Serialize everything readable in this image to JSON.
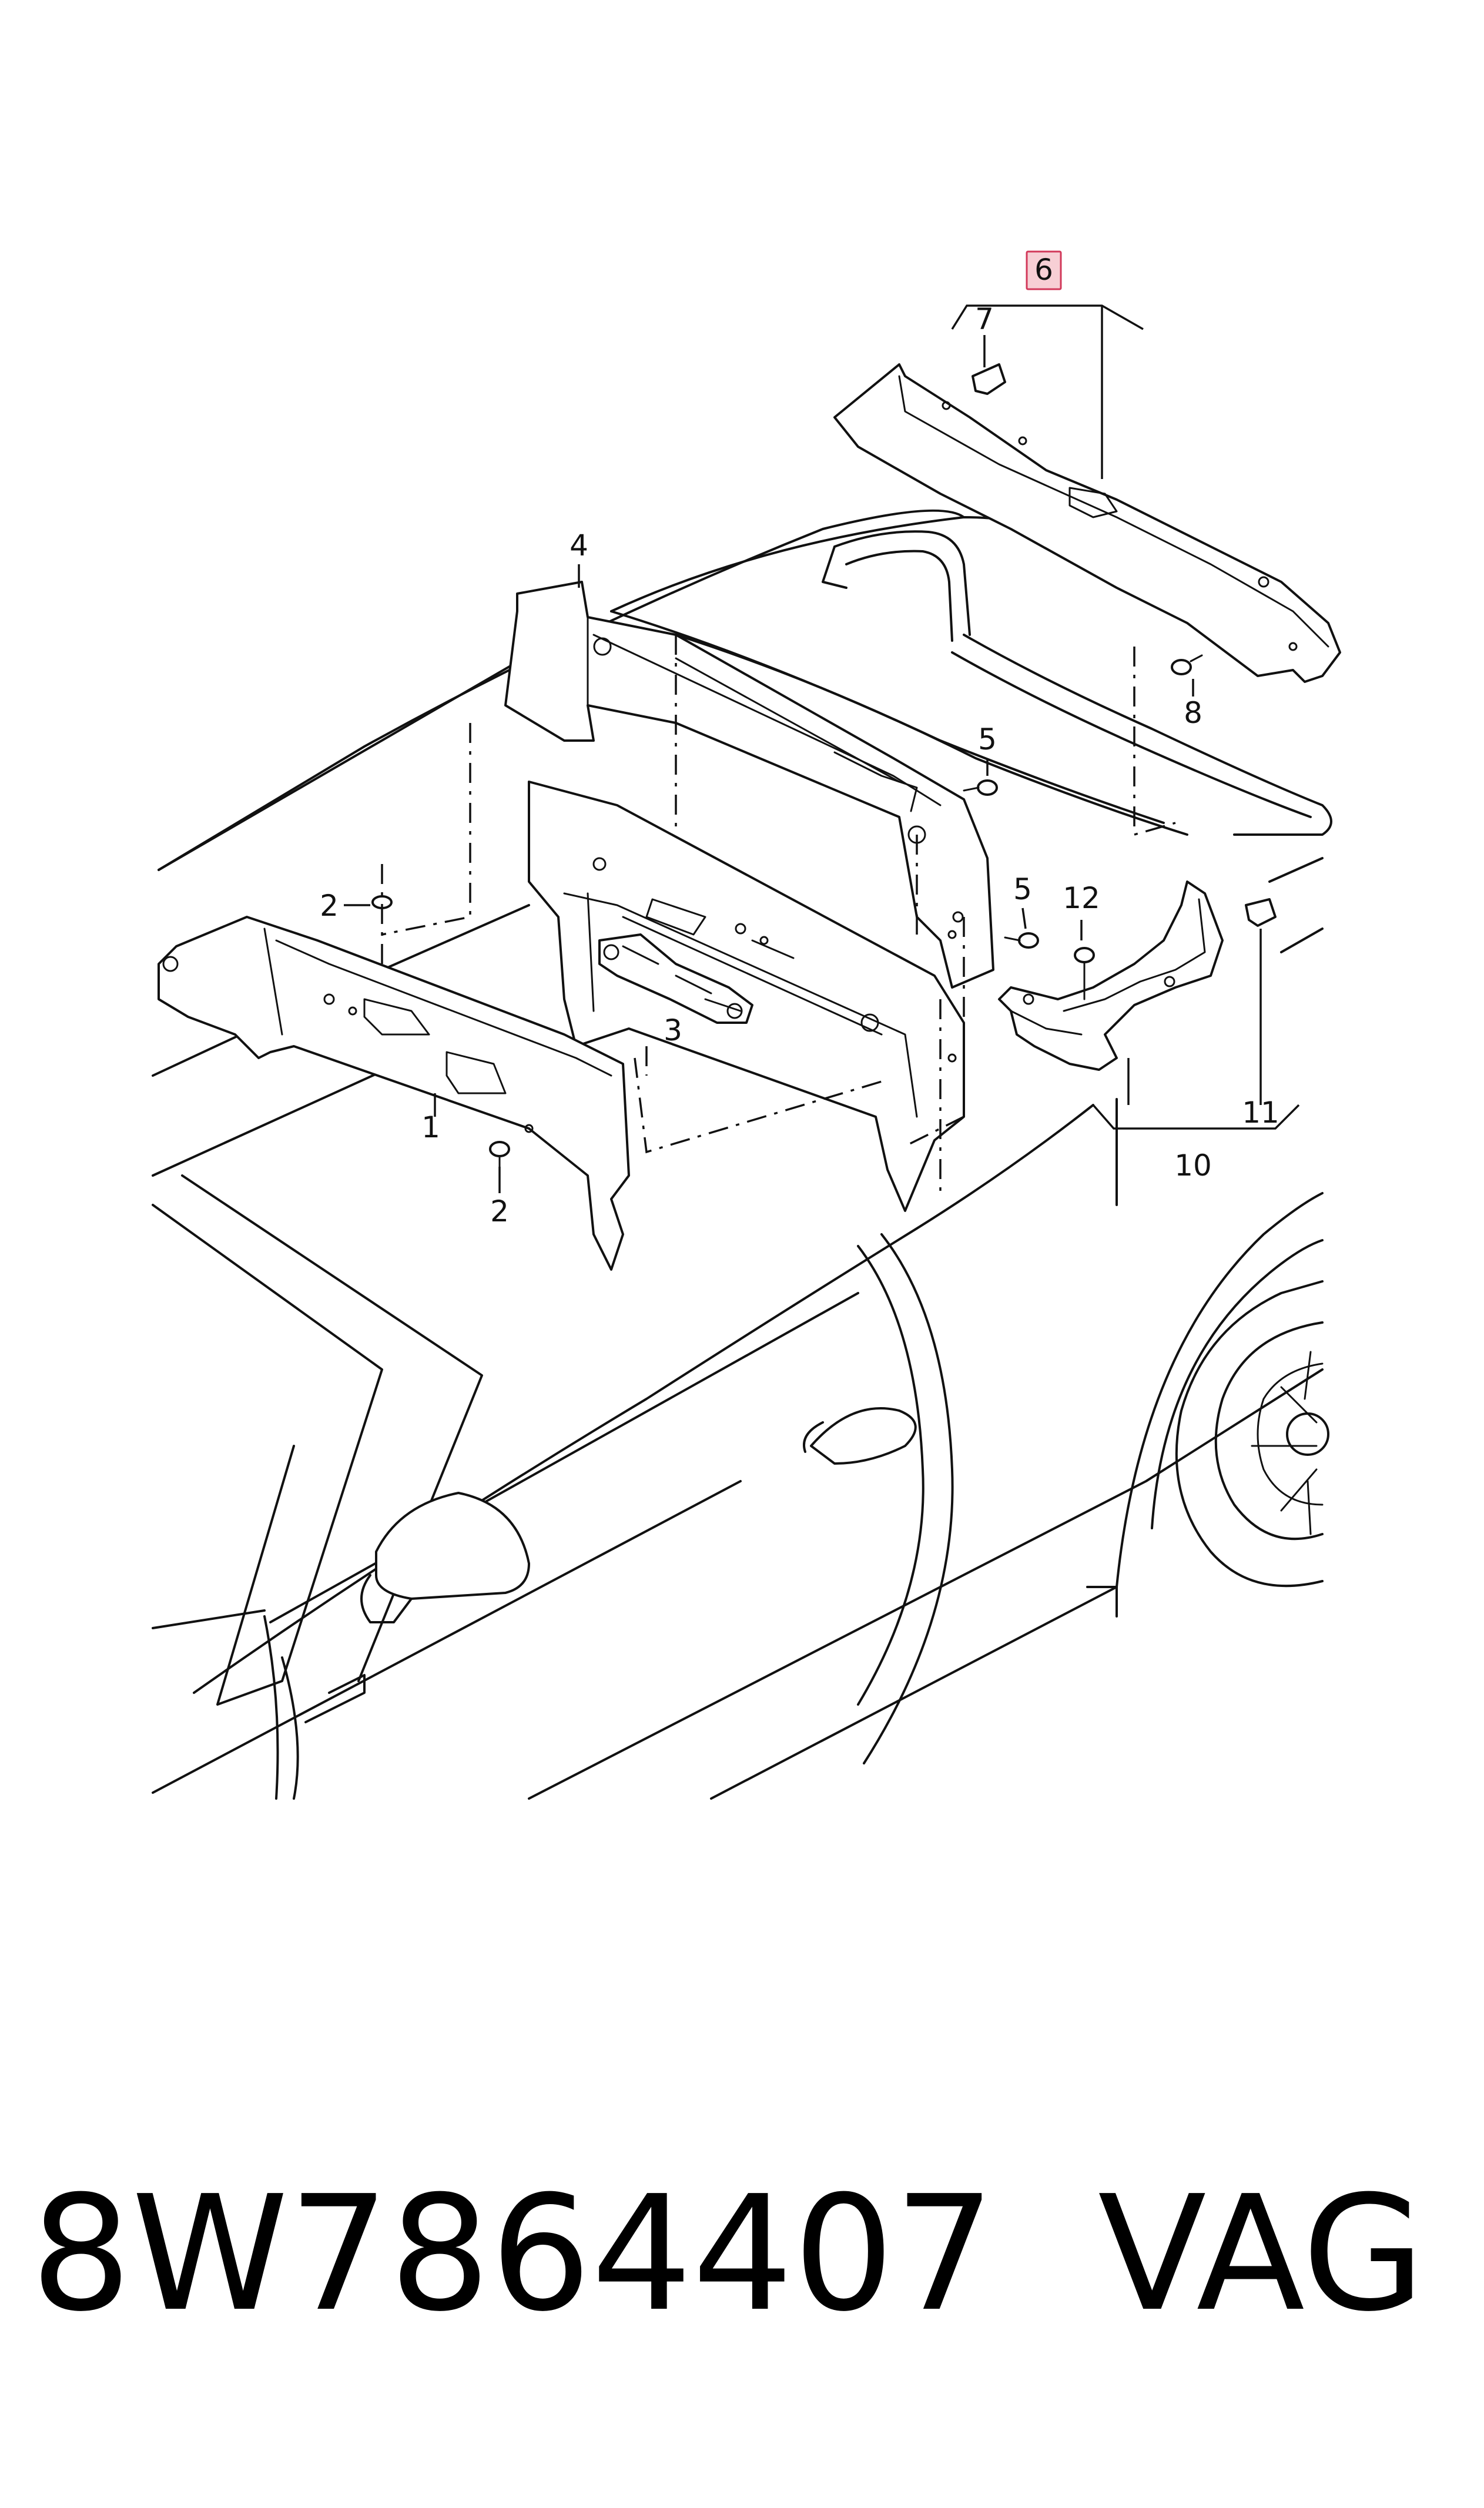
{
  "callouts": {
    "c1": "1",
    "c2a": "2",
    "c2b": "2",
    "c3": "3",
    "c4": "4",
    "c5a": "5",
    "c5b": "5",
    "c6": "6",
    "c7": "7",
    "c8": "8",
    "c10": "10",
    "c11": "11",
    "c12": "12"
  },
  "highlighted_callout": "6",
  "footer": {
    "part_number": "8W7864407",
    "brand": "VAG"
  },
  "colors": {
    "line": "#111111",
    "highlight_fill": "#f7cfd5",
    "highlight_stroke": "#d2385a"
  }
}
